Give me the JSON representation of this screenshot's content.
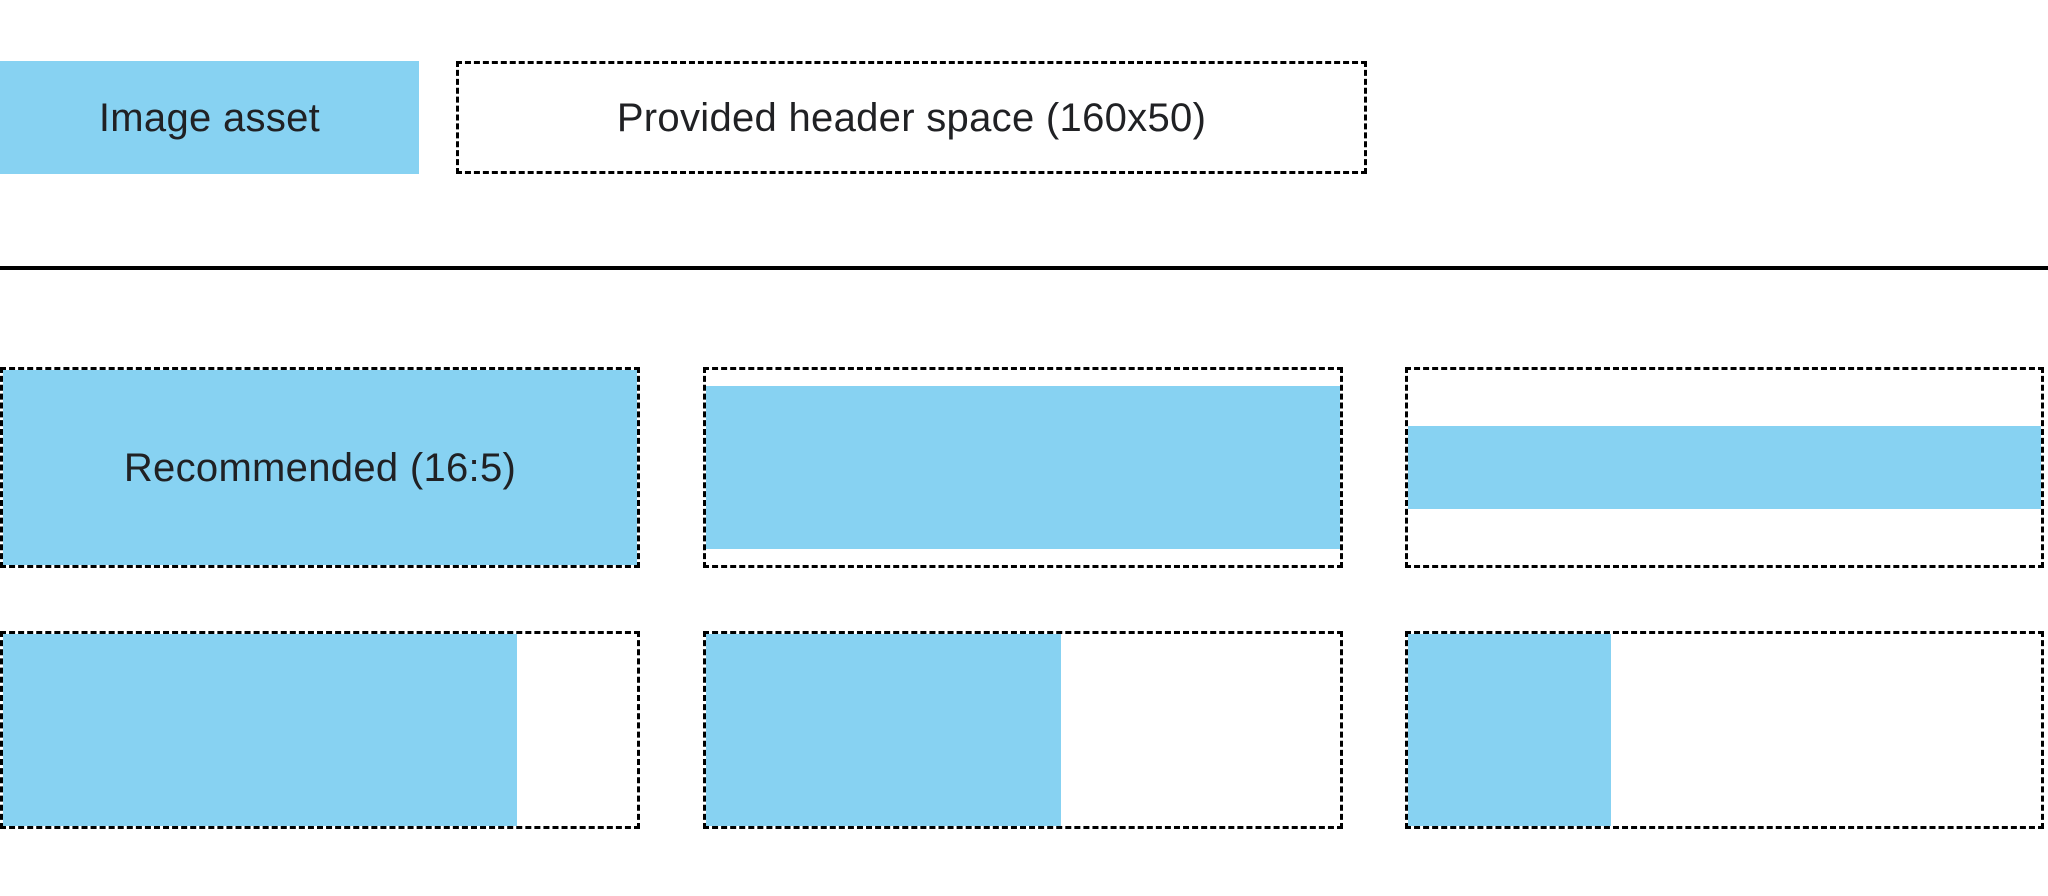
{
  "legend": {
    "image_asset_label": "Image asset",
    "header_space_label": "Provided header space (160x50)"
  },
  "diagram": {
    "recommended_label": "Recommended (16:5)",
    "rows": [
      {
        "boxes": [
          {
            "fill_height_pct": 100
          },
          {
            "fill_height_pct": 84
          },
          {
            "fill_height_pct": 43
          }
        ]
      },
      {
        "boxes": [
          {
            "fill_width_pct": 81
          },
          {
            "fill_width_pct": 56
          },
          {
            "fill_width_pct": 32
          }
        ]
      }
    ]
  },
  "colors": {
    "asset_blue": "#87D2F2",
    "border": "#000000",
    "divider": "#000000",
    "text": "#202124",
    "background": "#FFFFFF"
  }
}
